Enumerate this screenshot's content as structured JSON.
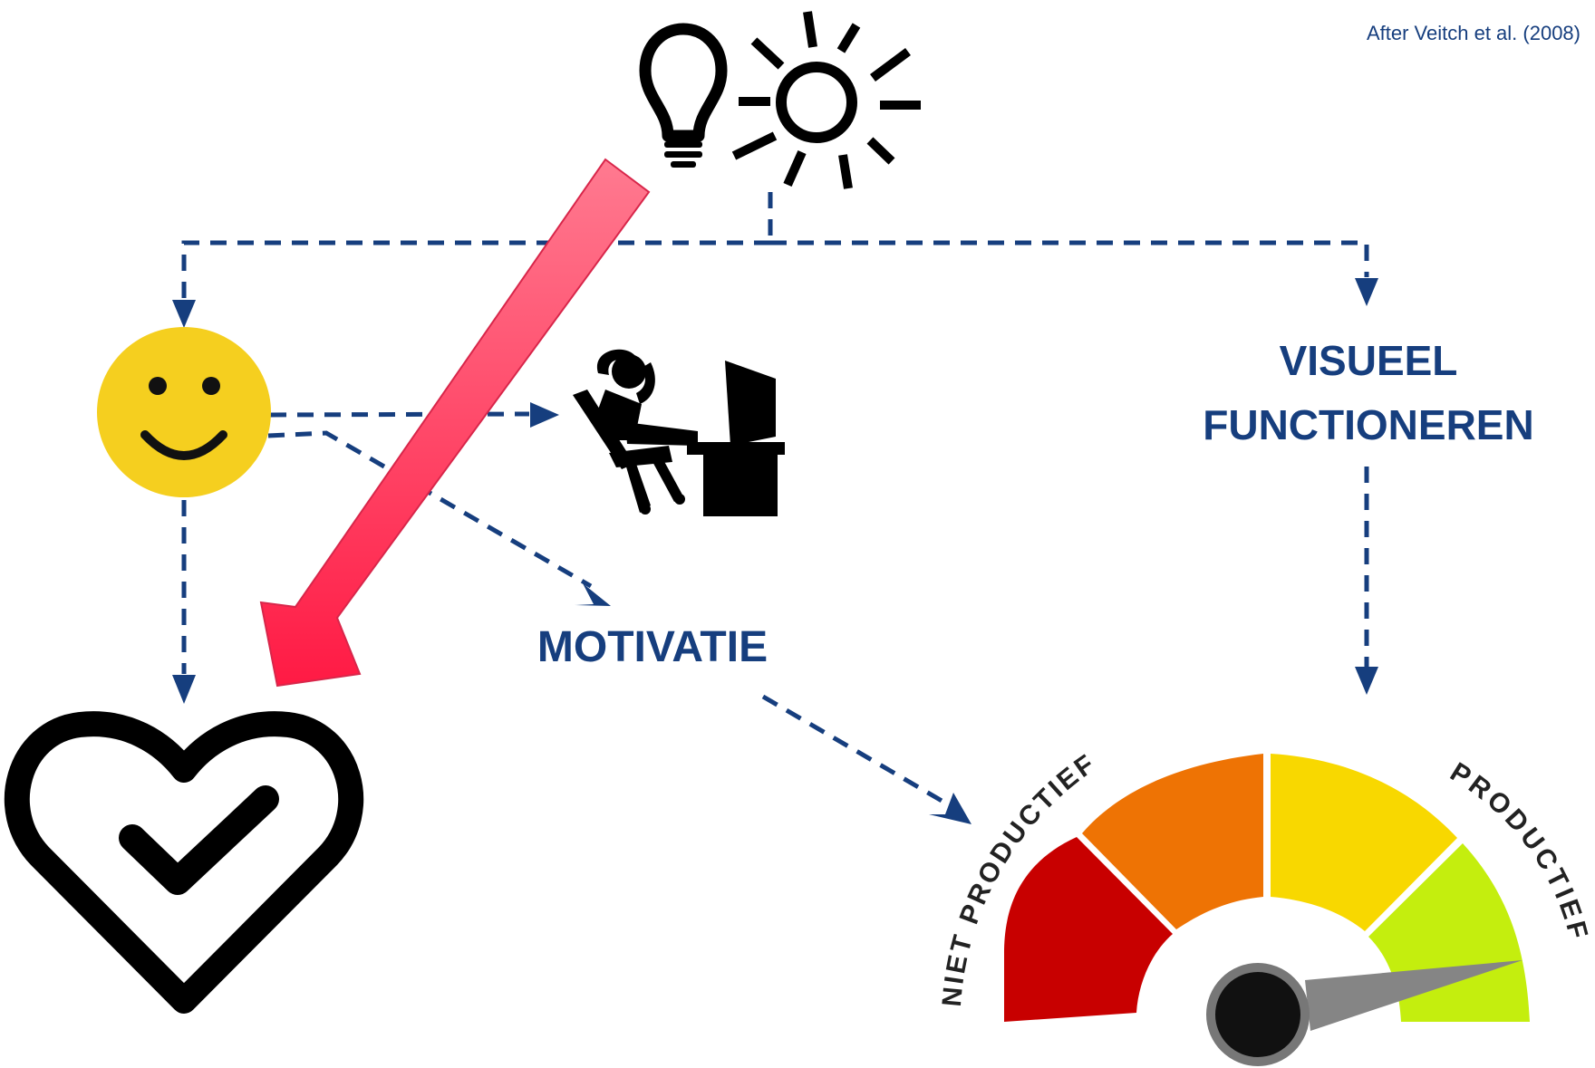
{
  "citation": "After Veitch et al. (2008)",
  "labels": {
    "visual_line1": "VISUEEL",
    "visual_line2": "FUNCTIONEREN",
    "motivation": "MOTIVATIE"
  },
  "gauge": {
    "left_label": "NIET PRODUCTIEF",
    "right_label": "PRODUCTIEF"
  },
  "icons": {
    "bulb": "lightbulb-icon",
    "sun": "sun-icon",
    "smiley": "smiley-icon",
    "worker": "relaxed-worker-icon",
    "heart": "heart-check-icon",
    "gauge": "productivity-gauge"
  },
  "colors": {
    "dash": "#163e7e",
    "label": "#163e7e",
    "big_arrow": "#f0405e",
    "smiley": "#f5cf1f",
    "gauge_red": "#c80000",
    "gauge_orange": "#ee7304",
    "gauge_yellow": "#f8d800",
    "gauge_green": "#c4ee0e"
  }
}
